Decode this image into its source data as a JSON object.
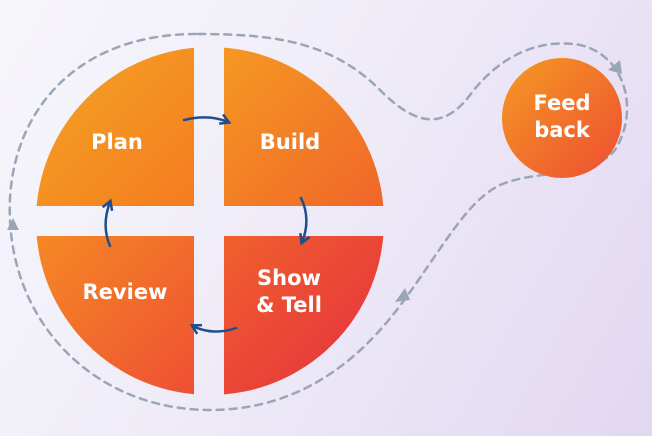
{
  "diagram": {
    "quadrants": {
      "plan": "Plan",
      "build": "Build",
      "review": "Review",
      "show_tell_line1": "Show",
      "show_tell_line2": "& Tell"
    },
    "feedback": {
      "line1": "Feed",
      "line2": "back"
    },
    "colors": {
      "orange": "#f7941d",
      "deep_orange": "#f26a1b",
      "red": "#e8303f",
      "arrow": "#1f4e8c",
      "dashed_loop": "#9aa5b8"
    }
  }
}
